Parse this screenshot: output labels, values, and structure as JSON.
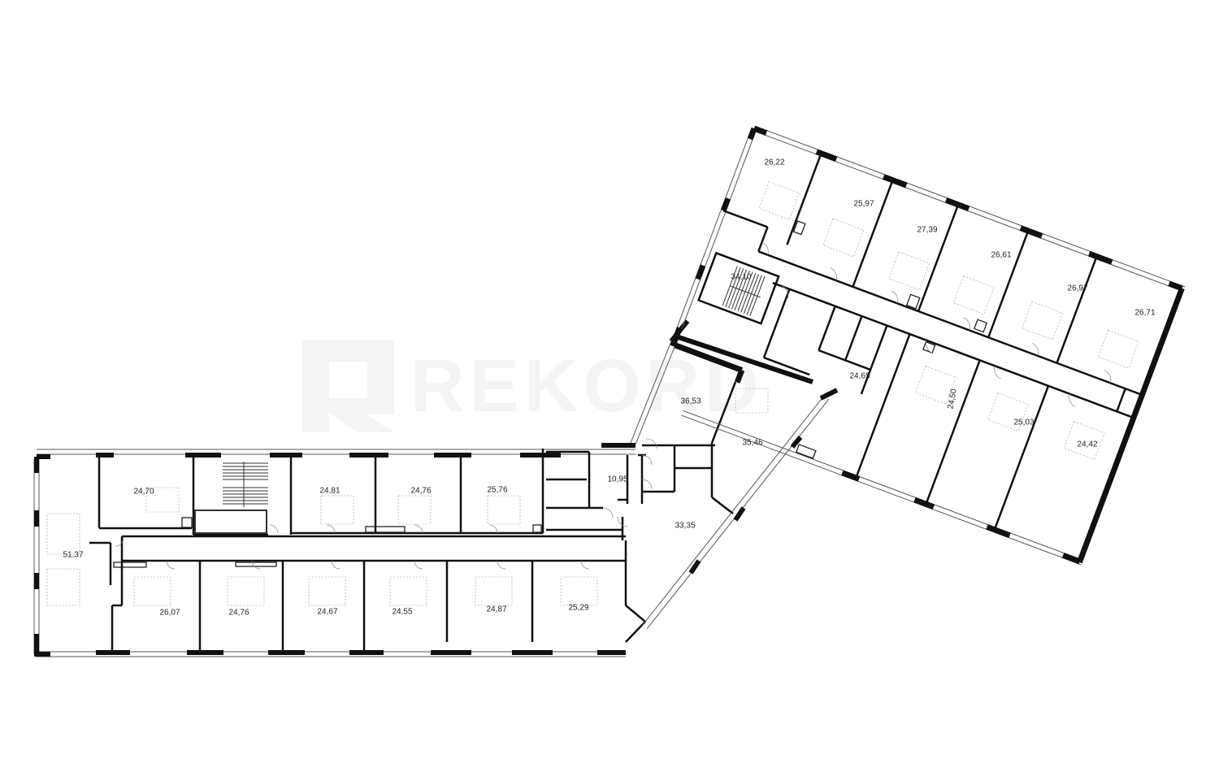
{
  "watermark": {
    "text": "REKORD"
  },
  "room_labels": [
    "51,37",
    "24,70",
    "24,81",
    "24,76",
    "25,76",
    "10,95",
    "26,07",
    "24,76",
    "24,67",
    "24,55",
    "24,87",
    "25,29",
    "33,35",
    "35,46",
    "36,53",
    "34,10",
    "24,65",
    "24,50",
    "25,03",
    "24,42",
    "26,22",
    "25,97",
    "27,39",
    "26,61",
    "26,97",
    "26,71"
  ]
}
